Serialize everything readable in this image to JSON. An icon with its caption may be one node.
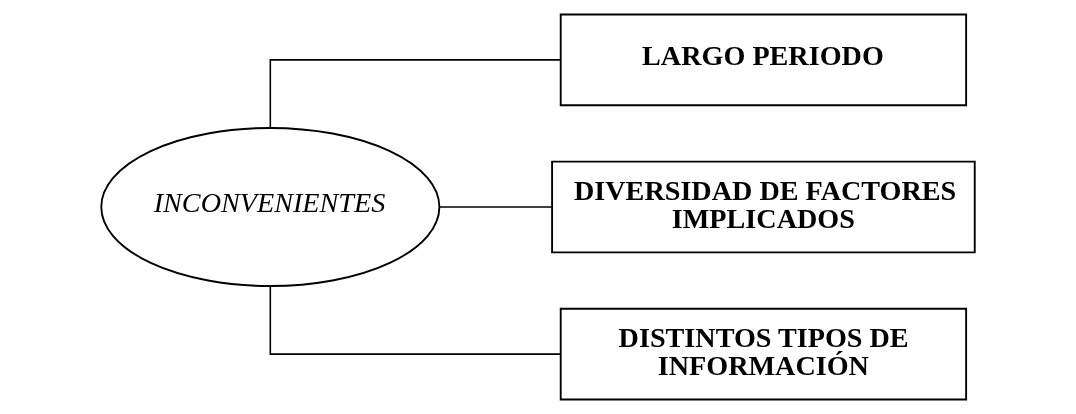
{
  "diagram": {
    "nodes": [
      {
        "text": [
          "INCONVENIENTES"
        ]
      },
      {
        "text": [
          "LARGO PERIODO"
        ]
      },
      {
        "text": [
          "DIVERSIDAD DE FACTORES IMPLICADOS"
        ]
      },
      {
        "text": [
          "DISTINTOS TIPOS DE INFORMACIÓN"
        ]
      }
    ],
    "edges": [
      {
        "from": 0,
        "to": 1,
        "arrow": "none"
      },
      {
        "from": 0,
        "to": 2,
        "arrow": "none"
      },
      {
        "from": 0,
        "to": 3,
        "arrow": "none"
      }
    ]
  }
}
